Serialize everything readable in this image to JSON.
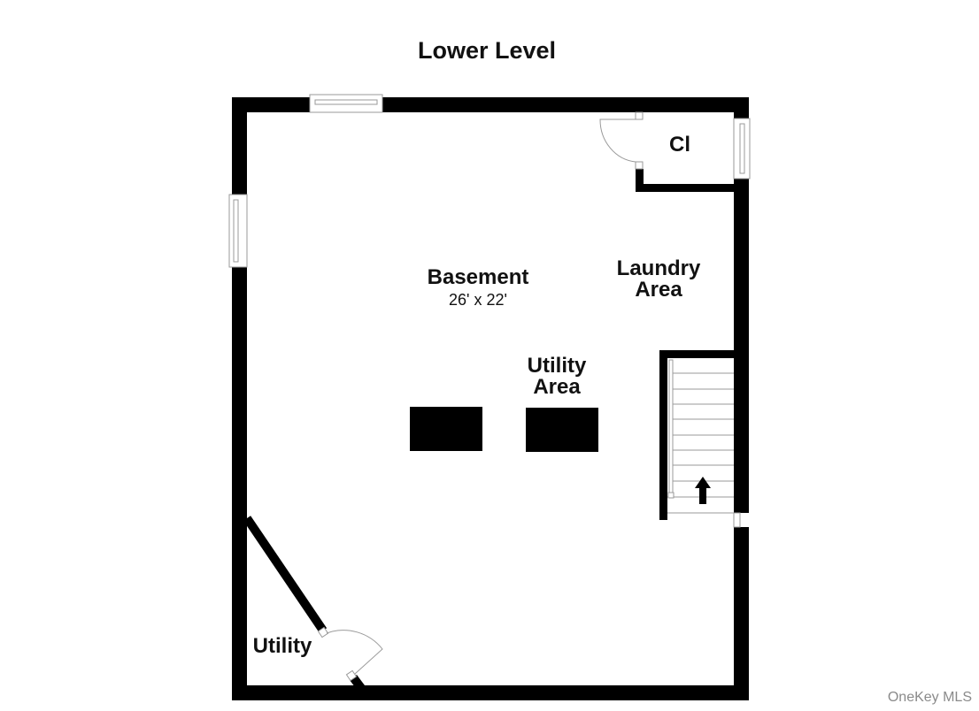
{
  "plan": {
    "title": "Lower Level",
    "rooms": [
      {
        "name": "Basement",
        "dimensions": "26' x 22'"
      },
      {
        "name_line1": "Laundry",
        "name_line2": "Area"
      },
      {
        "name_line1": "Utility",
        "name_line2": "Area"
      },
      {
        "name": "Cl"
      },
      {
        "name": "Utility"
      }
    ],
    "fixtures": [
      {
        "type": "stairs",
        "direction": "up"
      },
      {
        "type": "appliance-block"
      },
      {
        "type": "appliance-block"
      }
    ],
    "colors": {
      "wall": "#000000",
      "background": "#ffffff",
      "window_stroke": "#9a9a9a",
      "watermark": "#8a8a8a"
    }
  },
  "watermark": "OneKey MLS"
}
